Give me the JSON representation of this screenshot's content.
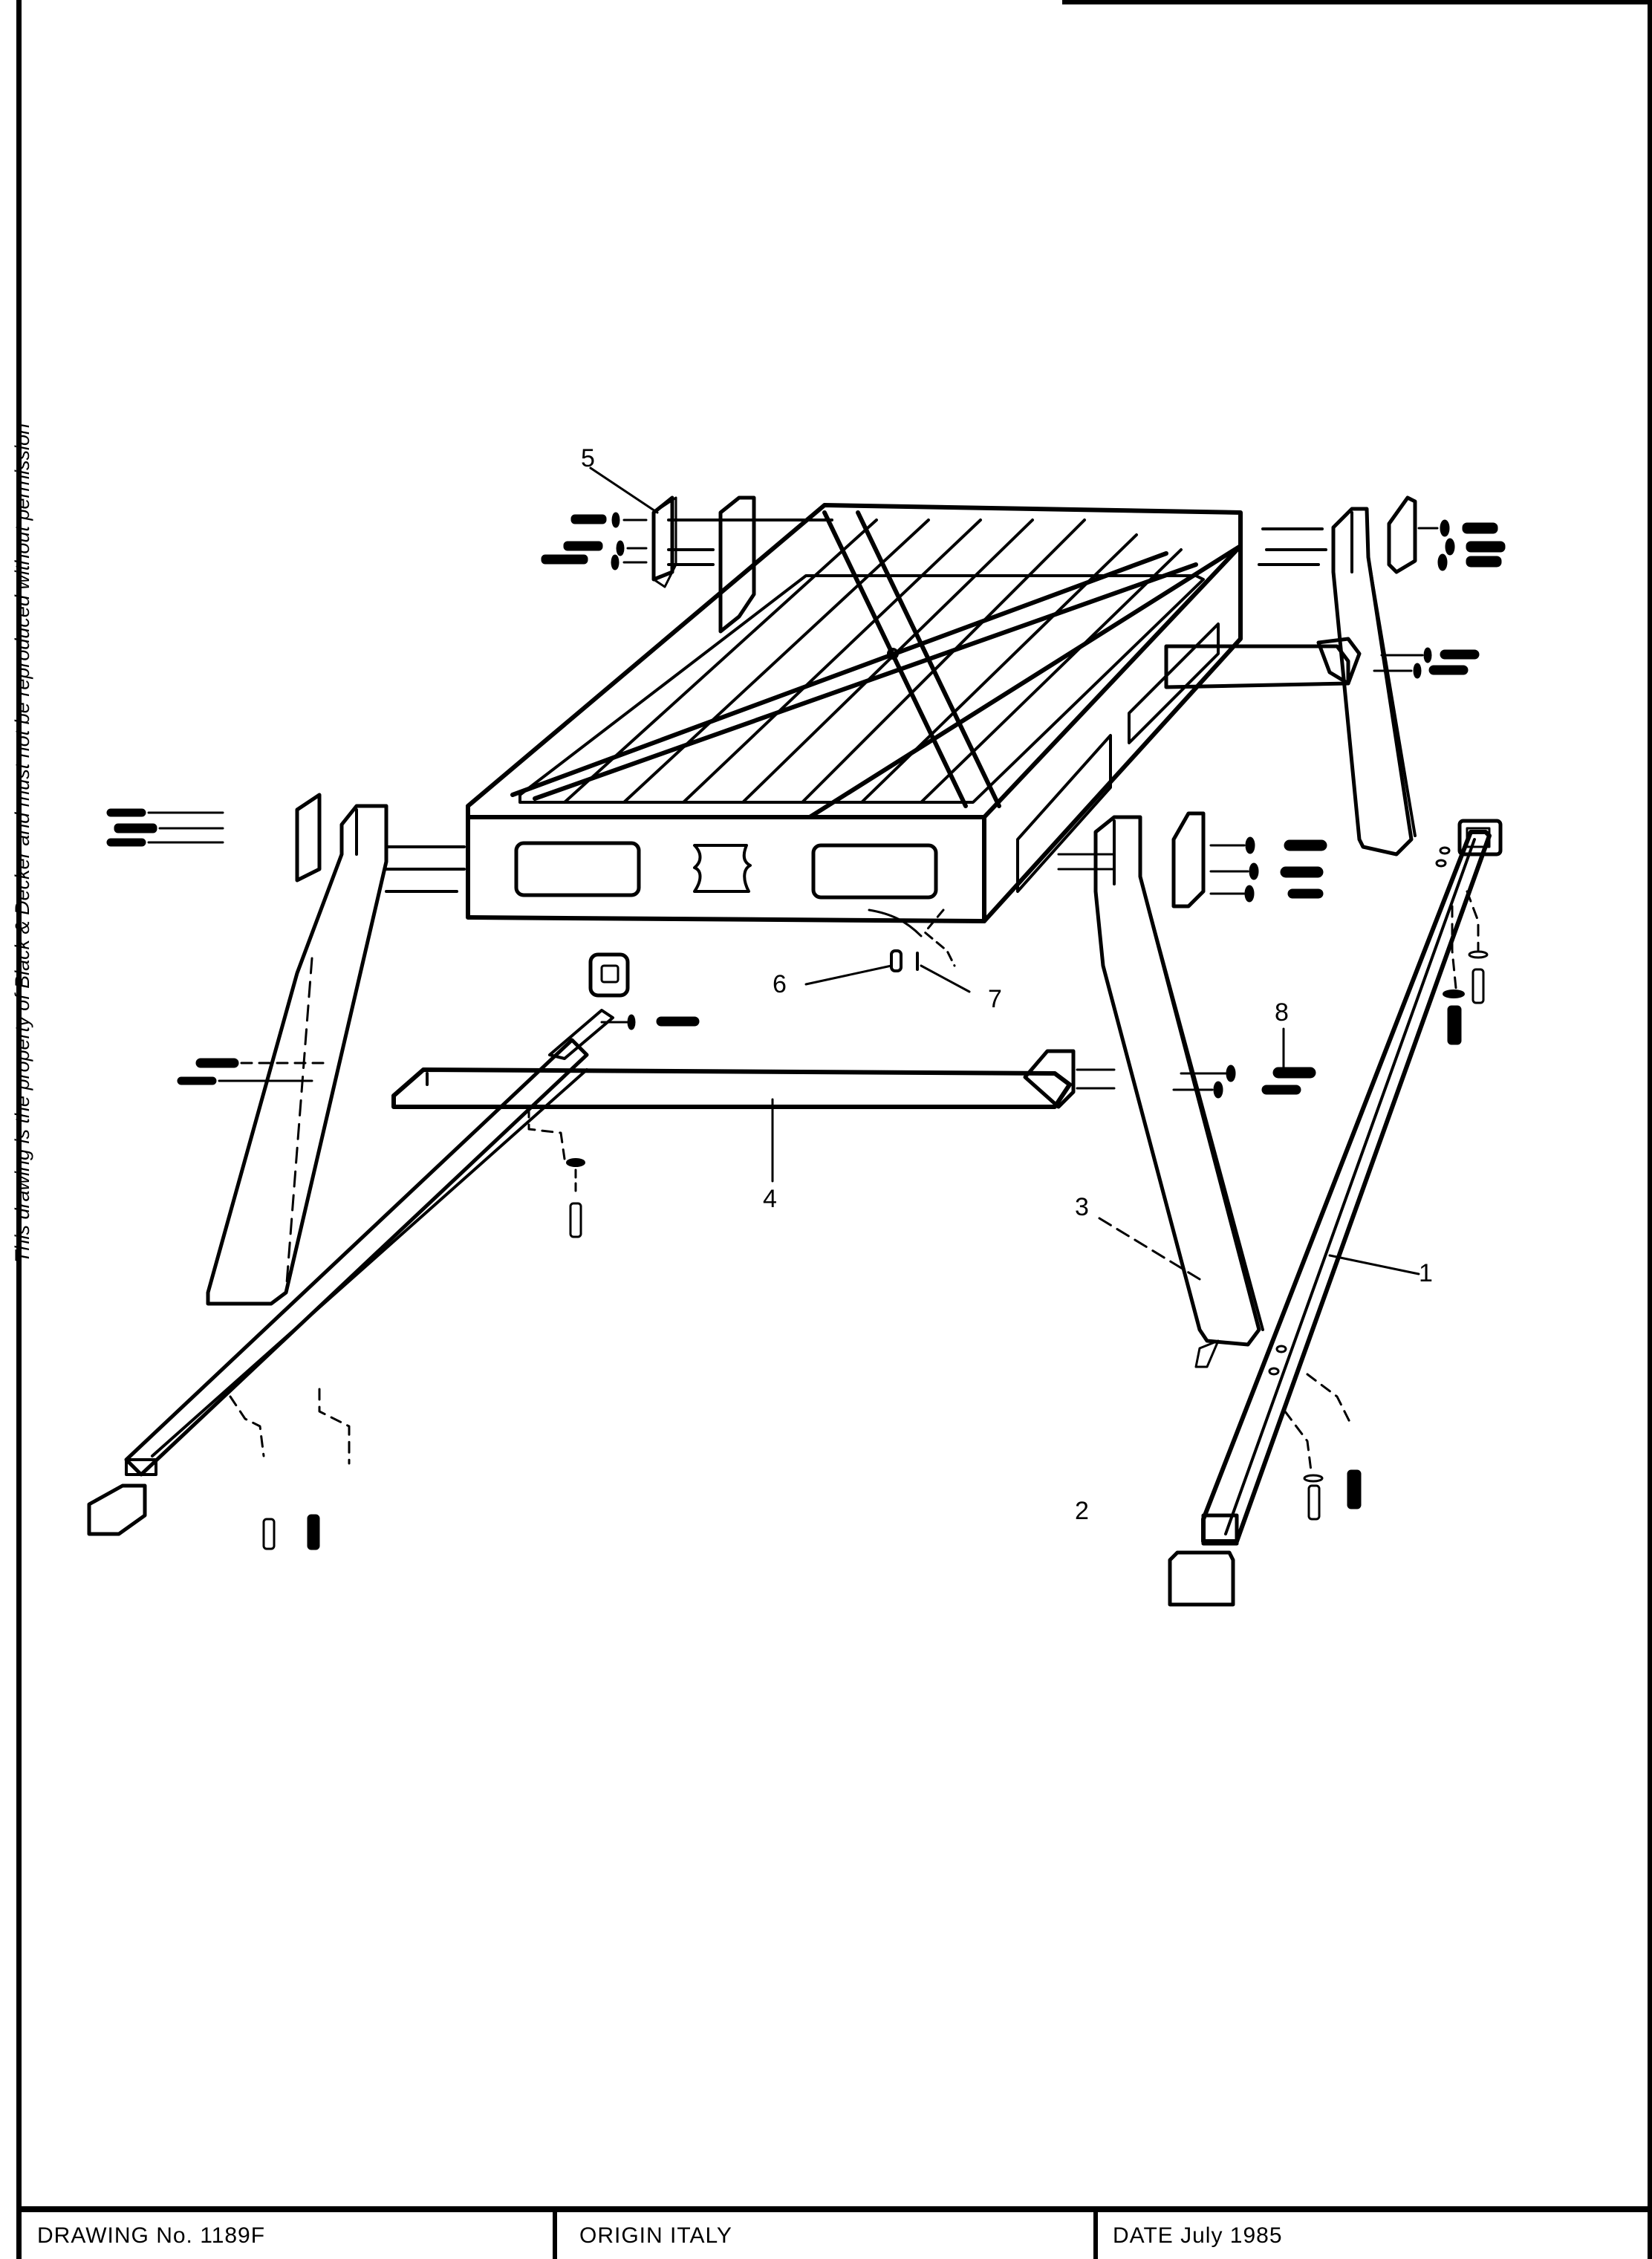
{
  "side_note": "This drawing is the property of Black & Decker and must not be reproduced without permission",
  "title_block": {
    "drawing_no_label": "DRAWING No.",
    "drawing_no": "1189F",
    "drawing_no_text": "DRAWING No. 1189F",
    "origin_label": "ORIGIN",
    "origin": "ITALY",
    "origin_text": "ORIGIN ITALY",
    "date_label": "DATE",
    "date": "July 1985",
    "date_text": "DATE July 1985"
  },
  "drawing": {
    "type": "exploded-assembly",
    "subject": "Workbench frame with folding legs",
    "callouts": [
      {
        "id": "1",
        "label": "1",
        "part": "right long leg tube"
      },
      {
        "id": "2",
        "label": "2",
        "part": "leg assembly"
      },
      {
        "id": "3",
        "label": "3",
        "part": "rear leg with foot bracket"
      },
      {
        "id": "4",
        "label": "4",
        "part": "cross brace"
      },
      {
        "id": "5",
        "label": "5",
        "part": "hinge bracket"
      },
      {
        "id": "6",
        "label": "6",
        "part": "washer"
      },
      {
        "id": "7",
        "label": "7",
        "part": "clip"
      },
      {
        "id": "8",
        "label": "8",
        "part": "bolt"
      }
    ]
  },
  "colors": {
    "ink": "#000000",
    "paper": "#ffffff"
  }
}
